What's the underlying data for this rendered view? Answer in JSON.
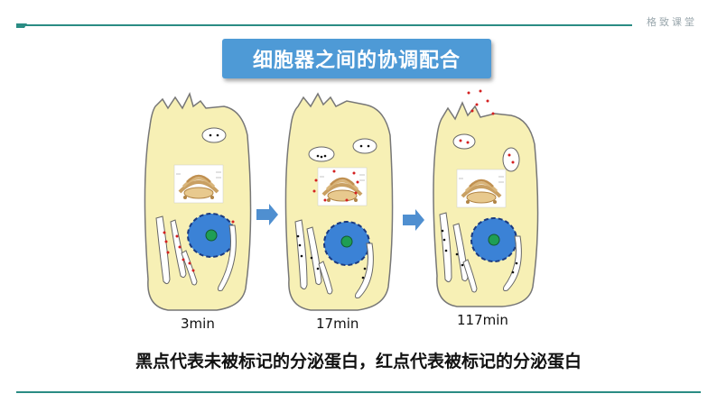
{
  "brand": "格致课堂",
  "title": "细胞器之间的协调配合",
  "panels": [
    {
      "time_label": "3min"
    },
    {
      "time_label": "17min"
    },
    {
      "time_label": "117min"
    }
  ],
  "caption": "黑点代表未被标记的分泌蛋白，红点代表被标记的分泌蛋白",
  "colors": {
    "accent_line": "#2a8c84",
    "title_bg": "#4e9ad6",
    "cell_fill": "#f7f0b5",
    "nucleus": "#3b82d6",
    "nucleolus": "#1f9e54",
    "arrow": "#4f8fd0",
    "labeled_protein": "#d42020",
    "unlabeled_protein": "#111111"
  }
}
